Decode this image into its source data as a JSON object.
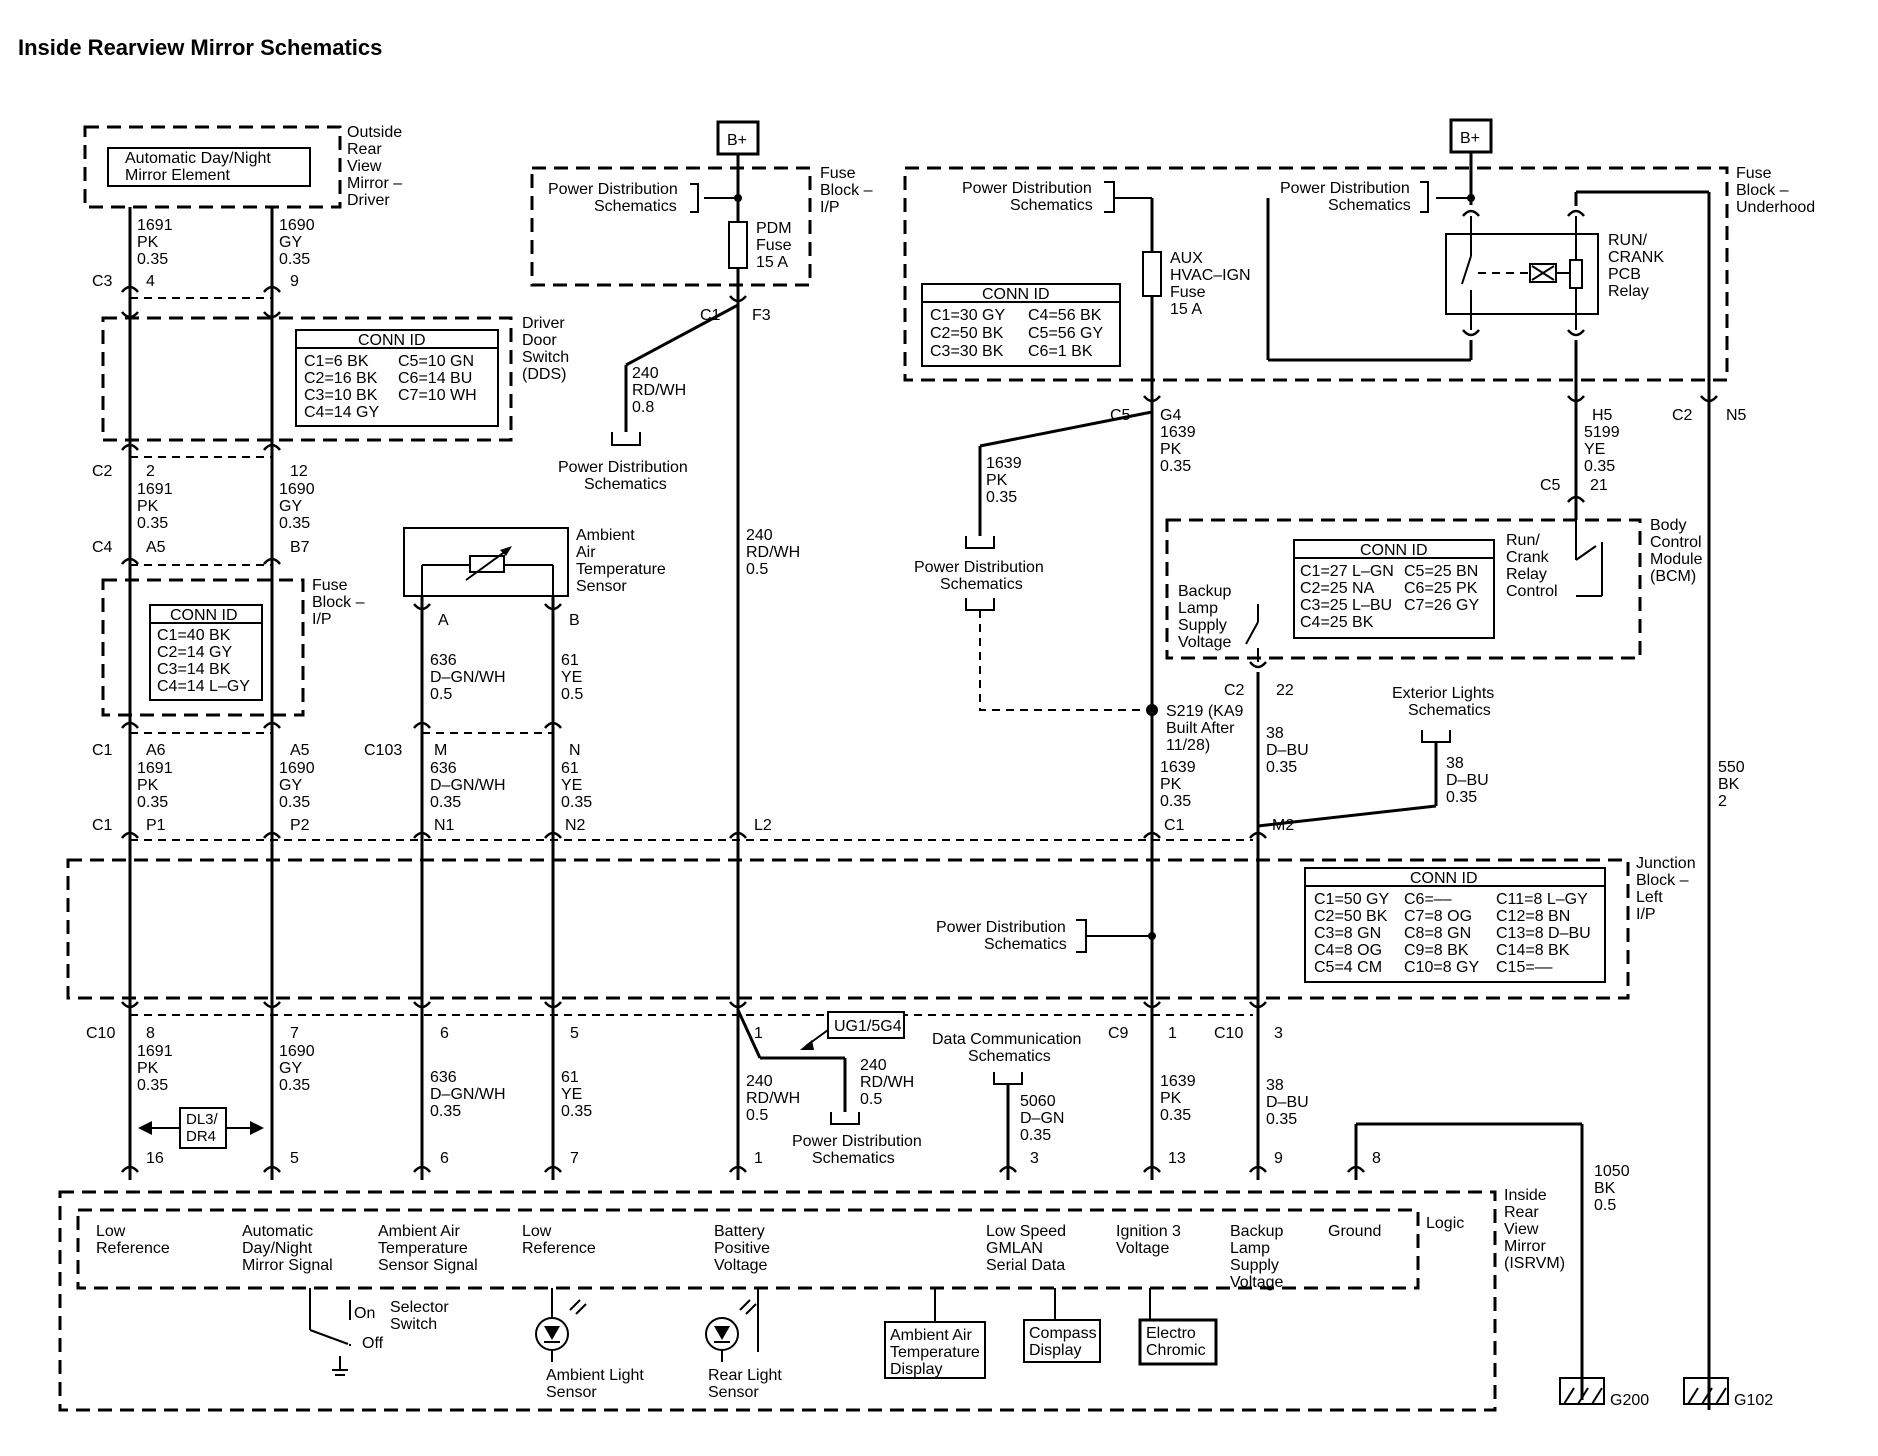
{
  "title": "Inside Rearview Mirror Schematics",
  "bplus": "B+",
  "components": {
    "mirror_element": [
      "Automatic Day/Night",
      "Mirror Element"
    ],
    "outside_mirror": [
      "Outside",
      "Rear",
      "View",
      "Mirror –",
      "Driver"
    ],
    "dds": [
      "Driver",
      "Door",
      "Switch",
      "(DDS)"
    ],
    "fuse_block_ip_left": [
      "Fuse",
      "Block –",
      "I/P"
    ],
    "fuse_block_ip_top": [
      "Fuse",
      "Block –",
      "I/P"
    ],
    "pdm_fuse": [
      "PDM",
      "Fuse",
      "15 A"
    ],
    "aux_fuse": [
      "AUX",
      "HVAC–IGN",
      "Fuse",
      "15 A"
    ],
    "fuse_block_underhood": [
      "Fuse",
      "Block –",
      "Underhood"
    ],
    "relay": [
      "RUN/",
      "CRANK",
      "PCB",
      "Relay"
    ],
    "ambient_sensor": [
      "Ambient",
      "Air",
      "Temperature",
      "Sensor"
    ],
    "bcm": [
      "Body",
      "Control",
      "Module",
      "(BCM)"
    ],
    "run_crank_relay_control": [
      "Run/",
      "Crank",
      "Relay",
      "Control"
    ],
    "backup_lamp_supply": [
      "Backup",
      "Lamp",
      "Supply",
      "Voltage"
    ],
    "junction_block": [
      "Junction",
      "Block –",
      "Left",
      "I/P"
    ],
    "isrvm": [
      "Inside",
      "Rear",
      "View",
      "Mirror",
      "(ISRVM)"
    ],
    "logic": "Logic",
    "splice": [
      "S219 (KA9",
      "Built After",
      "11/28)"
    ],
    "ug": "UG1/5G4",
    "dl3": [
      "DL3/",
      "DR4"
    ]
  },
  "references": {
    "pds": [
      "Power Distribution",
      "Schematics"
    ],
    "exterior_lights": [
      "Exterior Lights",
      "Schematics"
    ],
    "data_comm": [
      "Data Communication",
      "Schematics"
    ]
  },
  "conn_ids": {
    "dds": {
      "title": "CONN ID",
      "rows": [
        [
          "C1=6 BK",
          "C5=10 GN"
        ],
        [
          "C2=16 BK",
          "C6=14 BU"
        ],
        [
          "C3=10 BK",
          "C7=10 WH"
        ],
        [
          "C4=14 GY",
          ""
        ]
      ]
    },
    "fuse_ip": {
      "title": "CONN ID",
      "rows": [
        [
          "C1=40 BK"
        ],
        [
          "C2=14 GY"
        ],
        [
          "C3=14 BK"
        ],
        [
          "C4=14 L–GY"
        ]
      ]
    },
    "underhood": {
      "title": "CONN ID",
      "rows": [
        [
          "C1=30 GY",
          "C4=56 BK"
        ],
        [
          "C2=50 BK",
          "C5=56 GY"
        ],
        [
          "C3=30 BK",
          "C6=1 BK"
        ]
      ]
    },
    "bcm": {
      "title": "CONN ID",
      "rows": [
        [
          "C1=27 L–GN",
          "C5=25 BN"
        ],
        [
          "C2=25 NA",
          "C6=25 PK"
        ],
        [
          "C3=25 L–BU",
          "C7=26 GY"
        ],
        [
          "C4=25 BK",
          ""
        ]
      ]
    },
    "junction": {
      "title": "CONN ID",
      "rows": [
        [
          "C1=50 GY",
          "C6=––",
          "C11=8 L–GY"
        ],
        [
          "C2=50 BK",
          "C7=8 OG",
          "C12=8 BN"
        ],
        [
          "C3=8 GN",
          "C8=8 GN",
          "C13=8 D–BU"
        ],
        [
          "C4=8 OG",
          "C9=8 BK",
          "C14=8 BK"
        ],
        [
          "C5=4 CM",
          "C10=8 GY",
          "C15=––"
        ]
      ]
    }
  },
  "wires": {
    "w1691": [
      "1691",
      "PK",
      "0.35"
    ],
    "w1690": [
      "1690",
      "GY",
      "0.35"
    ],
    "w636": [
      "636",
      "D–GN/WH",
      "0.5"
    ],
    "w636b": [
      "636",
      "D–GN/WH",
      "0.35"
    ],
    "w61": [
      "61",
      "YE",
      "0.5"
    ],
    "w61b": [
      "61",
      "YE",
      "0.35"
    ],
    "w240_08": [
      "240",
      "RD/WH",
      "0.8"
    ],
    "w240_05": [
      "240",
      "RD/WH",
      "0.5"
    ],
    "w1639": [
      "1639",
      "PK",
      "0.35"
    ],
    "w5199": [
      "5199",
      "YE",
      "0.35"
    ],
    "w38": [
      "38",
      "D–BU",
      "0.35"
    ],
    "w550": [
      "550",
      "BK",
      "2"
    ],
    "w5060": [
      "5060",
      "D–GN",
      "0.35"
    ],
    "w1050": [
      "1050",
      "BK",
      "0.5"
    ]
  },
  "connectors": {
    "c3": "C3",
    "c2": "C2",
    "c4": "C4",
    "c1": "C1",
    "c103": "C103",
    "c10": "C10",
    "c9": "C9",
    "c5": "C5",
    "pins": {
      "p4": "4",
      "p9": "9",
      "p2": "2",
      "p12": "12",
      "a5": "A5",
      "b7": "B7",
      "a6": "A6",
      "p1": "P1",
      "p2b": "P2",
      "pa": "A",
      "pb": "B",
      "pm": "M",
      "pn": "N",
      "n1": "N1",
      "n2": "N2",
      "f3": "F3",
      "l2": "L2",
      "g4": "G4",
      "h5": "H5",
      "n5": "N5",
      "p21": "21",
      "p22": "22",
      "m2": "M2",
      "p8": "8",
      "p7": "7",
      "p6": "6",
      "p5": "5",
      "p1b": "1",
      "p3": "3",
      "p16": "16",
      "p5b": "5",
      "p6b": "6",
      "p7b": "7",
      "p1c": "1",
      "p3b": "3",
      "p13": "13",
      "p9b": "9",
      "p8b": "8"
    }
  },
  "signals": {
    "low_ref1": [
      "Low",
      "Reference"
    ],
    "auto_dn": [
      "Automatic",
      "Day/Night",
      "Mirror Signal"
    ],
    "ambient_sig": [
      "Ambient Air",
      "Temperature",
      "Sensor Signal"
    ],
    "low_ref2": [
      "Low",
      "Reference"
    ],
    "battery": [
      "Battery",
      "Positive",
      "Voltage"
    ],
    "gmlan": [
      "Low Speed",
      "GMLAN",
      "Serial Data"
    ],
    "ign3": [
      "Ignition 3",
      "Voltage"
    ],
    "backup": [
      "Backup",
      "Lamp",
      "Supply",
      "Voltage"
    ],
    "ground": "Ground"
  },
  "internal": {
    "selector": [
      "Selector",
      "Switch"
    ],
    "on": "On",
    "off": "Off",
    "ambient_light": [
      "Ambient Light",
      "Sensor"
    ],
    "rear_light": [
      "Rear Light",
      "Sensor"
    ],
    "amb_display": [
      "Ambient Air",
      "Temperature",
      "Display"
    ],
    "compass": [
      "Compass",
      "Display"
    ],
    "electro": [
      "Electro",
      "Chromic"
    ]
  },
  "grounds": {
    "g200": "G200",
    "g102": "G102"
  }
}
